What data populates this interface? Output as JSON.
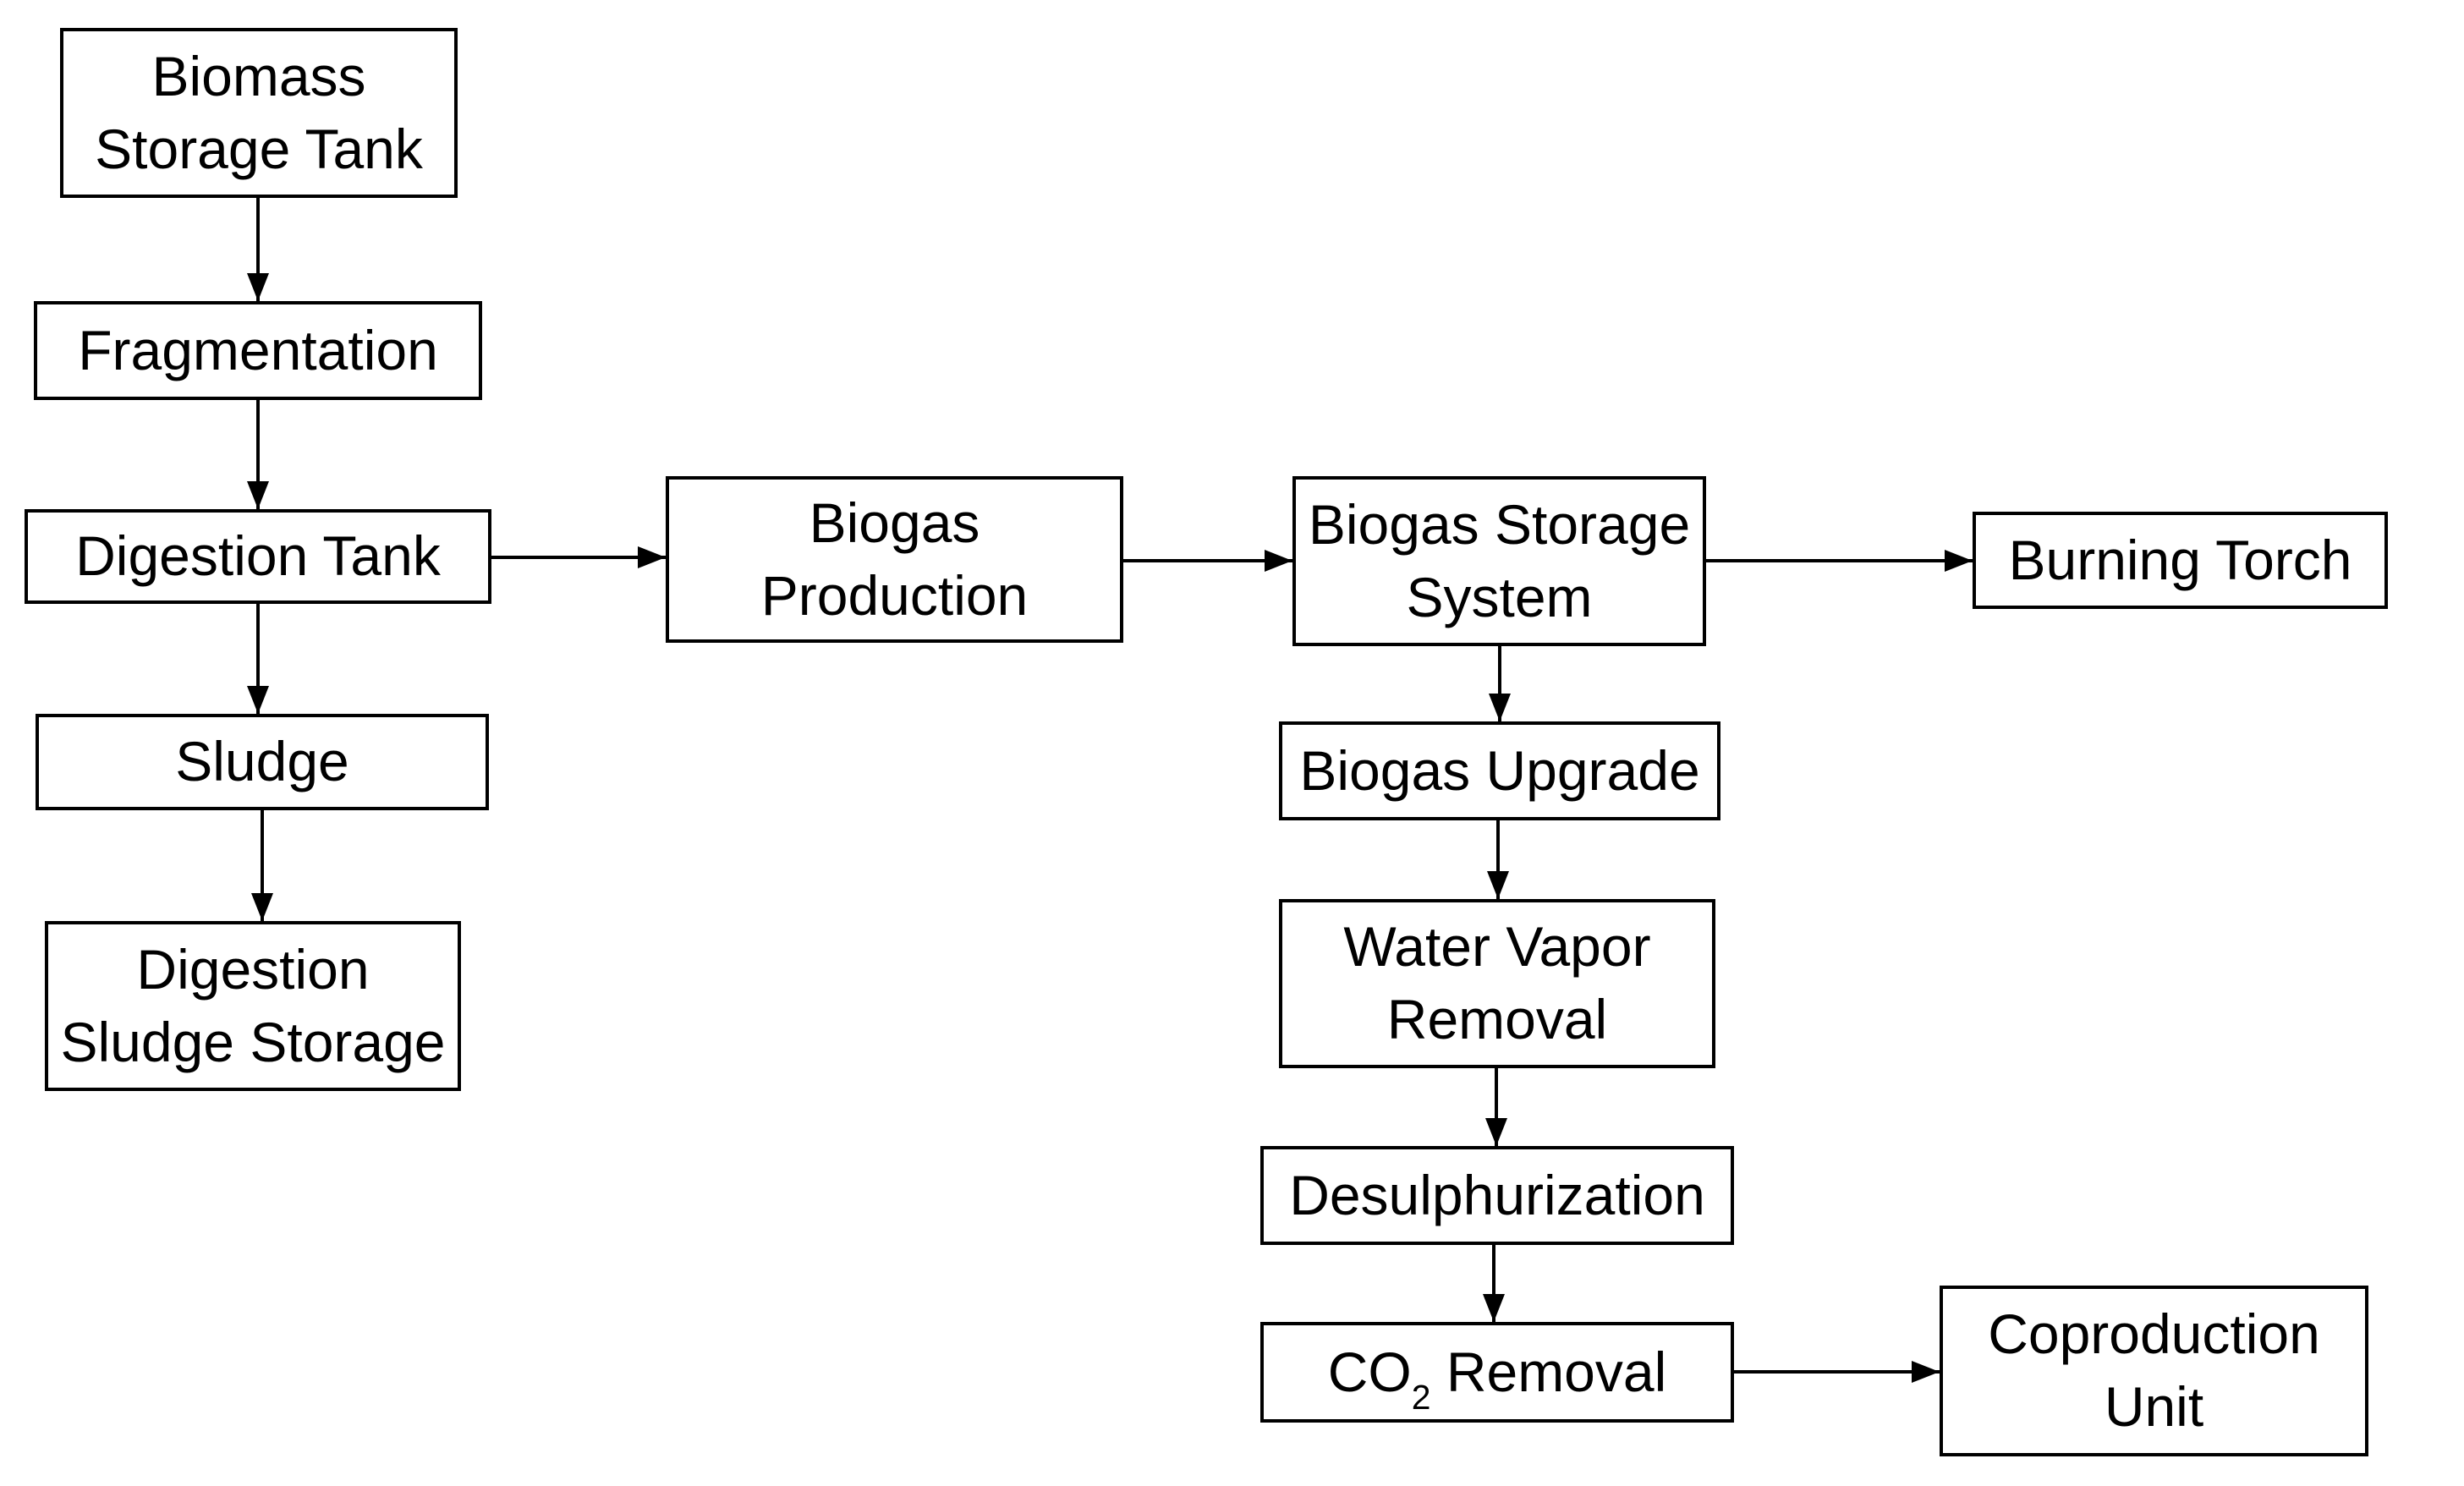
{
  "diagram": {
    "type": "flowchart",
    "background_color": "#ffffff",
    "node_fill_color": "#ffffff",
    "node_border_color": "#000000",
    "text_color": "#000000",
    "nodes": {
      "biomass_storage_tank": {
        "lines": [
          "Biomass",
          "Storage Tank"
        ]
      },
      "fragmentation": {
        "label": "Fragmentation"
      },
      "digestion_tank": {
        "label": "Digestion Tank"
      },
      "sludge": {
        "label": "Sludge"
      },
      "digestion_sludge_storage": {
        "lines": [
          "Digestion",
          "Sludge Storage"
        ]
      },
      "biogas_production": {
        "lines": [
          "Biogas",
          "Production"
        ]
      },
      "biogas_storage_system": {
        "lines": [
          "Biogas Storage",
          "System"
        ]
      },
      "burning_torch": {
        "label": "Burning Torch"
      },
      "biogas_upgrade": {
        "label": "Biogas Upgrade"
      },
      "water_vapor_removal": {
        "lines": [
          "Water Vapor",
          "Removal"
        ]
      },
      "desulphurization": {
        "label": "Desulphurization"
      },
      "co2_removal": {
        "formula_prefix": "CO",
        "formula_subscript": "2",
        "label_suffix": " Removal"
      },
      "coproduction_unit": {
        "lines": [
          "Coproduction",
          "Unit"
        ]
      }
    },
    "edges": [
      {
        "from": "biomass_storage_tank",
        "to": "fragmentation"
      },
      {
        "from": "fragmentation",
        "to": "digestion_tank"
      },
      {
        "from": "digestion_tank",
        "to": "sludge"
      },
      {
        "from": "sludge",
        "to": "digestion_sludge_storage"
      },
      {
        "from": "digestion_tank",
        "to": "biogas_production"
      },
      {
        "from": "biogas_production",
        "to": "biogas_storage_system"
      },
      {
        "from": "biogas_storage_system",
        "to": "burning_torch"
      },
      {
        "from": "biogas_storage_system",
        "to": "biogas_upgrade"
      },
      {
        "from": "biogas_upgrade",
        "to": "water_vapor_removal"
      },
      {
        "from": "water_vapor_removal",
        "to": "desulphurization"
      },
      {
        "from": "desulphurization",
        "to": "co2_removal"
      },
      {
        "from": "co2_removal",
        "to": "coproduction_unit"
      }
    ]
  }
}
